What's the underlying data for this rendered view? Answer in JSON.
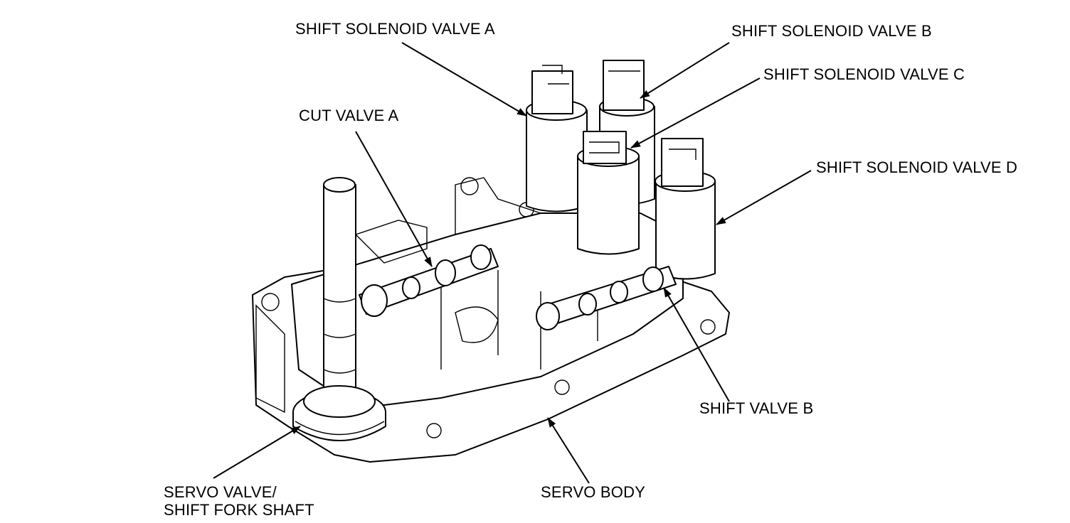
{
  "labels": {
    "ssv_a": "SHIFT SOLENOID VALVE A",
    "ssv_b": "SHIFT SOLENOID VALVE B",
    "ssv_c": "SHIFT SOLENOID VALVE C",
    "ssv_d": "SHIFT SOLENOID VALVE D",
    "cut_valve_a": "CUT VALVE A",
    "shift_valve_b": "SHIFT VALVE B",
    "servo_valve_line1": "SERVO VALVE/",
    "servo_valve_line2": "SHIFT FORK SHAFT",
    "servo_body": "SERVO BODY"
  }
}
